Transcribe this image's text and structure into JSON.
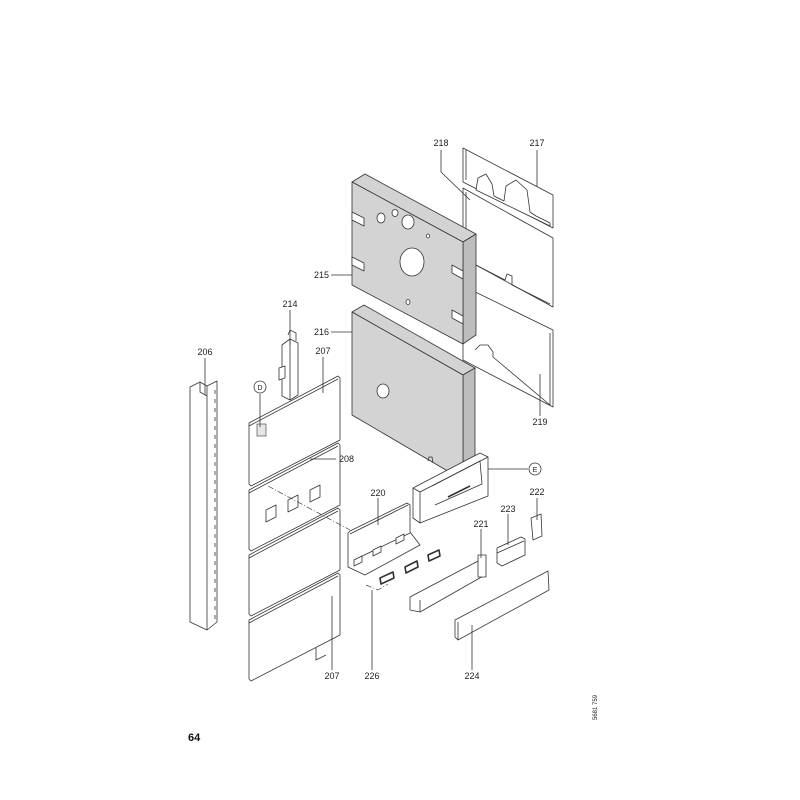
{
  "page_number": "64",
  "drawing_code": "5681 759",
  "callouts": {
    "p206": "206",
    "p207_top": "207",
    "p207_bottom": "207",
    "p208": "208",
    "p214": "214",
    "p215": "215",
    "p216": "216",
    "p217": "217",
    "p218": "218",
    "p219": "219",
    "p220": "220",
    "p221": "221",
    "p222": "222",
    "p223": "223",
    "p224": "224",
    "p226": "226"
  },
  "detail_markers": {
    "d": "D",
    "e": "E"
  },
  "colors": {
    "insulation": "#d3d3d3",
    "line": "#333333"
  }
}
